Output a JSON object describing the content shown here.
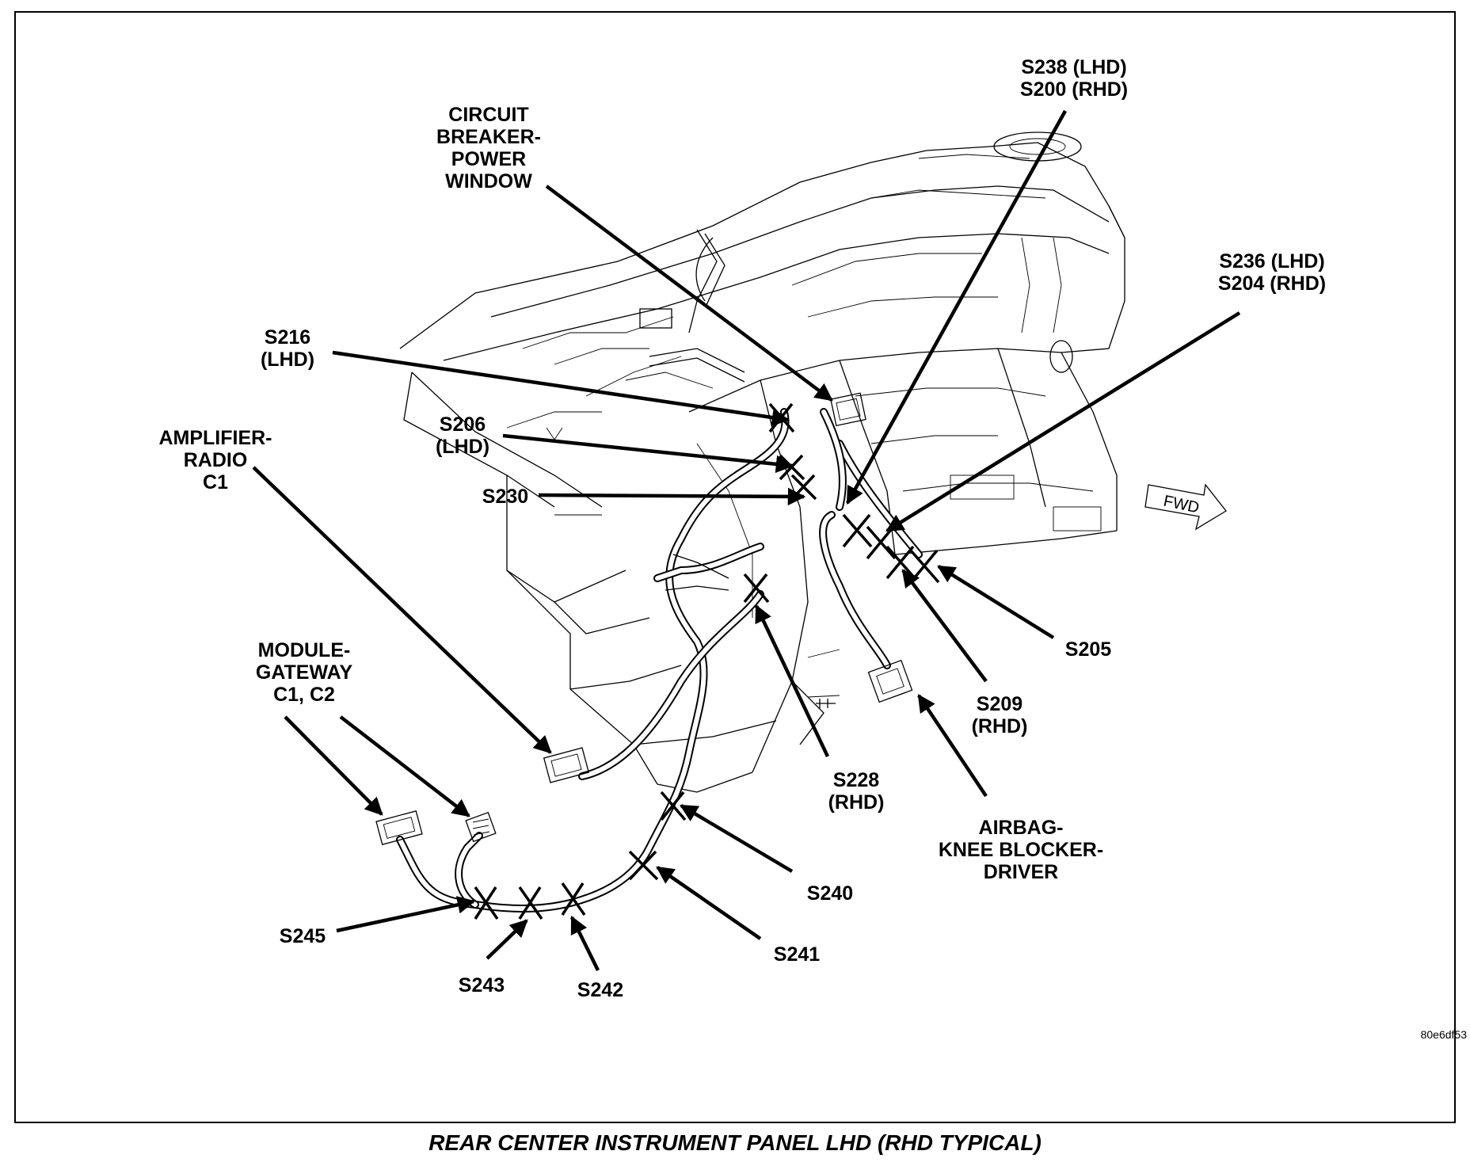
{
  "caption": "REAR CENTER INSTRUMENT PANEL LHD (RHD TYPICAL)",
  "figure_code": "80e6df53",
  "direction_arrow": {
    "label": "FWD"
  },
  "callouts": {
    "s238_s200": [
      "S238 (LHD)",
      "S200 (RHD)"
    ],
    "circuit_breaker": [
      "CIRCUIT",
      "BREAKER-",
      "POWER",
      "WINDOW"
    ],
    "s236_s204": [
      "S236 (LHD)",
      "S204 (RHD)"
    ],
    "s216": [
      "S216",
      "(LHD)"
    ],
    "s206": [
      "S206",
      "(LHD)"
    ],
    "s230": [
      "S230"
    ],
    "amplifier": [
      "AMPLIFIER-",
      "RADIO",
      "C1"
    ],
    "module_gateway": [
      "MODULE-",
      "GATEWAY",
      "C1,  C2"
    ],
    "s205": [
      "S205"
    ],
    "s209": [
      "S209",
      "(RHD)"
    ],
    "s228": [
      "S228",
      "(RHD)"
    ],
    "airbag": [
      "AIRBAG-",
      "KNEE BLOCKER-",
      "DRIVER"
    ],
    "s240": [
      "S240"
    ],
    "s241": [
      "S241"
    ],
    "s245": [
      "S245"
    ],
    "s243": [
      "S243"
    ],
    "s242": [
      "S242"
    ]
  }
}
